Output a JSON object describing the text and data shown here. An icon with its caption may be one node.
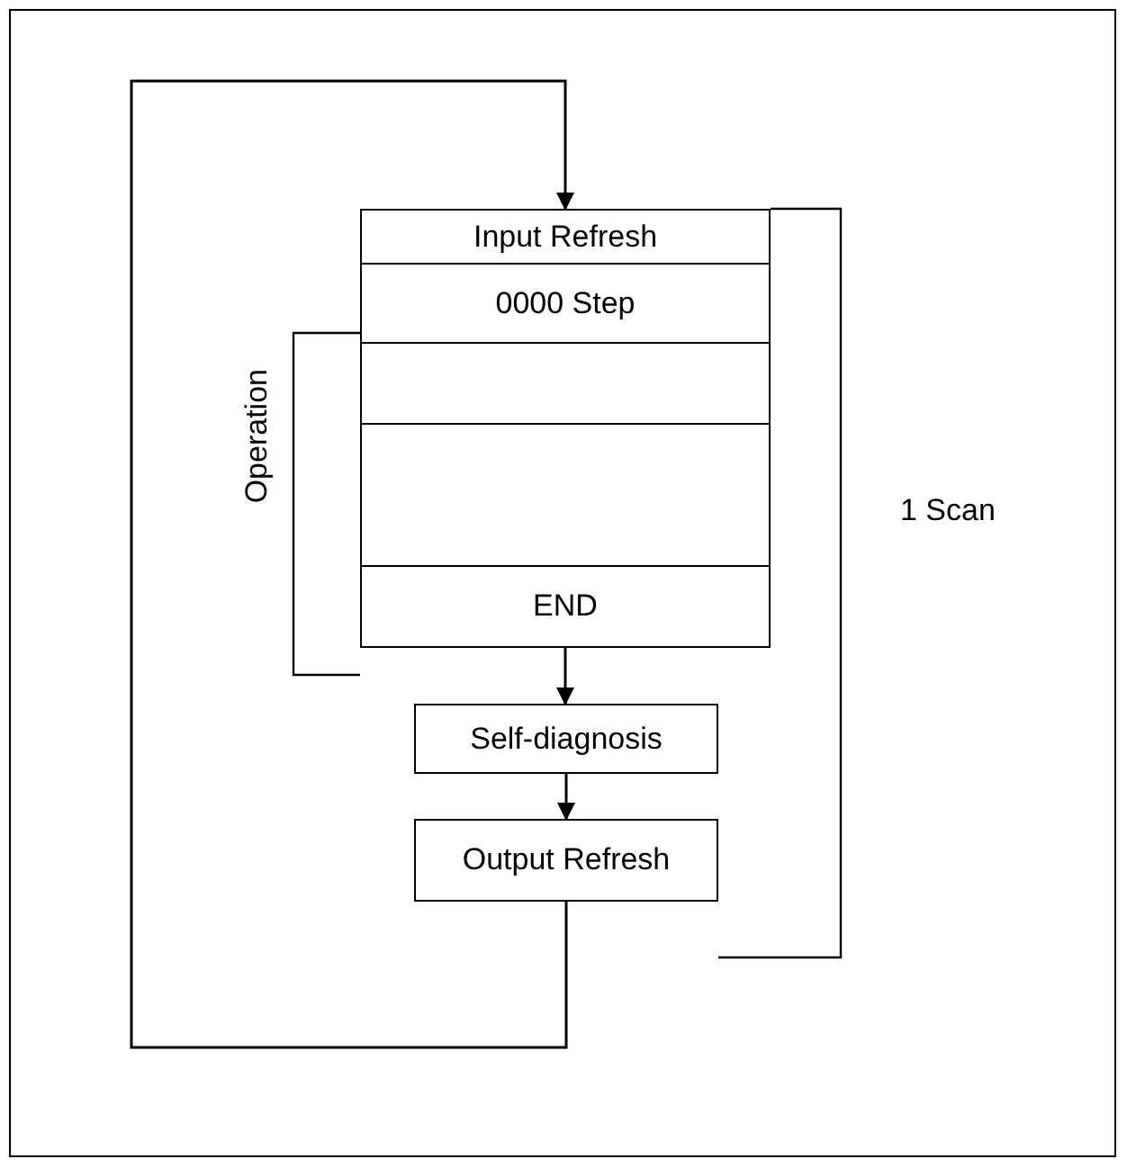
{
  "diagram": {
    "nodes": [
      {
        "text": [
          "Input Refresh"
        ]
      },
      {
        "text": [
          "0000 Step"
        ]
      },
      {
        "text": [],
        "shape": "box"
      },
      {
        "text": [],
        "shape": "box"
      },
      {
        "text": [
          "END"
        ]
      },
      {
        "text": [
          "Self-diagnosis"
        ]
      },
      {
        "text": [
          "Output Refresh"
        ]
      }
    ],
    "edges": [
      {
        "from": 4,
        "to": 5,
        "arrow": "to"
      },
      {
        "from": 5,
        "to": 6,
        "arrow": "to"
      },
      {
        "from": 6,
        "to": 0,
        "arrow": "to"
      }
    ],
    "labels": [
      "Operation",
      "1 Scan"
    ]
  }
}
